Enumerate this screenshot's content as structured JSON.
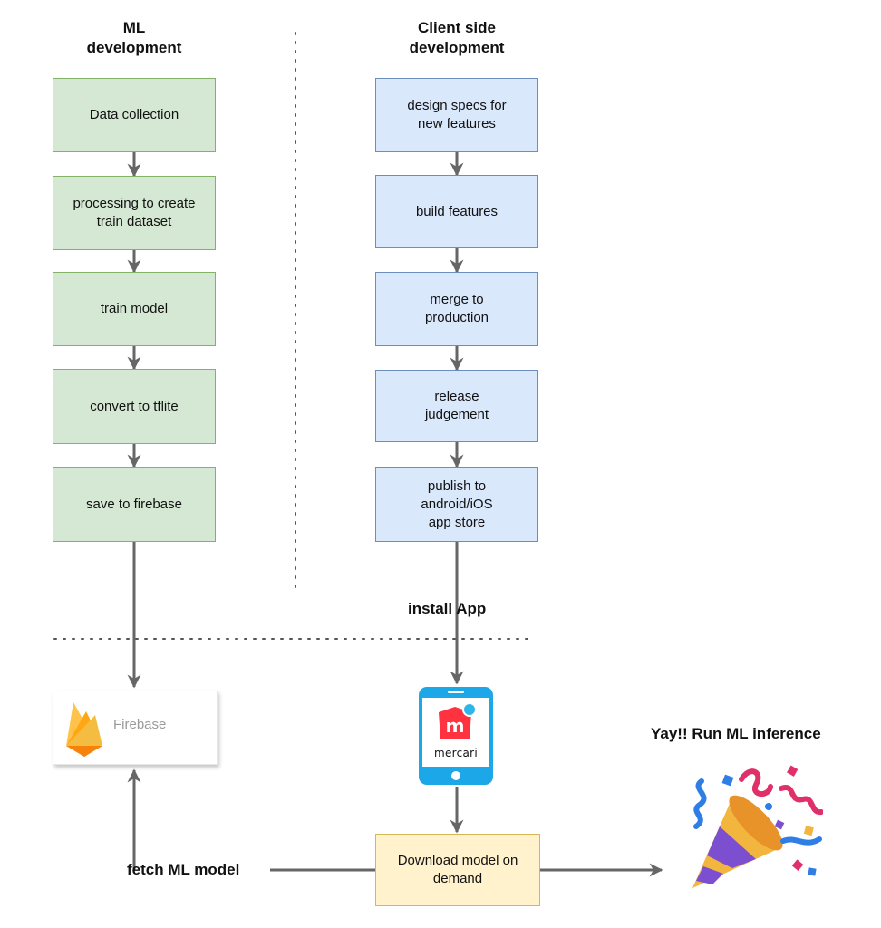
{
  "ml_column": {
    "heading_line1": "ML",
    "heading_line2": "development",
    "steps": [
      {
        "line1": "Data collection",
        "line2": ""
      },
      {
        "line1": "processing to create",
        "line2": "train dataset"
      },
      {
        "line1": "train model",
        "line2": ""
      },
      {
        "line1": "convert to tflite",
        "line2": ""
      },
      {
        "line1": "save to firebase",
        "line2": ""
      }
    ]
  },
  "client_column": {
    "heading_line1": "Client side",
    "heading_line2": "development",
    "steps": [
      {
        "line1": "design specs for",
        "line2": "new features",
        "line3": ""
      },
      {
        "line1": "build features",
        "line2": "",
        "line3": ""
      },
      {
        "line1": "merge to",
        "line2": "production",
        "line3": ""
      },
      {
        "line1": "release",
        "line2": "judgement",
        "line3": ""
      },
      {
        "line1": "publish to",
        "line2": "android/iOS",
        "line3": "app store"
      }
    ]
  },
  "labels": {
    "install_app": "install App",
    "fetch_model": "fetch ML model",
    "yay": "Yay!! Run ML inference"
  },
  "download_box": {
    "line1": "Download model on",
    "line2": "demand"
  },
  "firebase": {
    "name": "Firebase",
    "icon": "firebase-flame-icon"
  },
  "phone": {
    "app_name": "mercari",
    "icon": "mercari-logo-icon"
  },
  "party_icon": "party-popper-icon",
  "colors": {
    "green_fill": "#d5e8d4",
    "green_stroke": "#82b366",
    "blue_fill": "#dae8fc",
    "blue_stroke": "#6c8ebf",
    "yellow_fill": "#fff2cc",
    "yellow_stroke": "#d6b656",
    "connector": "#666666",
    "phone": "#1ba7e8",
    "mercari_red": "#ff333f"
  }
}
